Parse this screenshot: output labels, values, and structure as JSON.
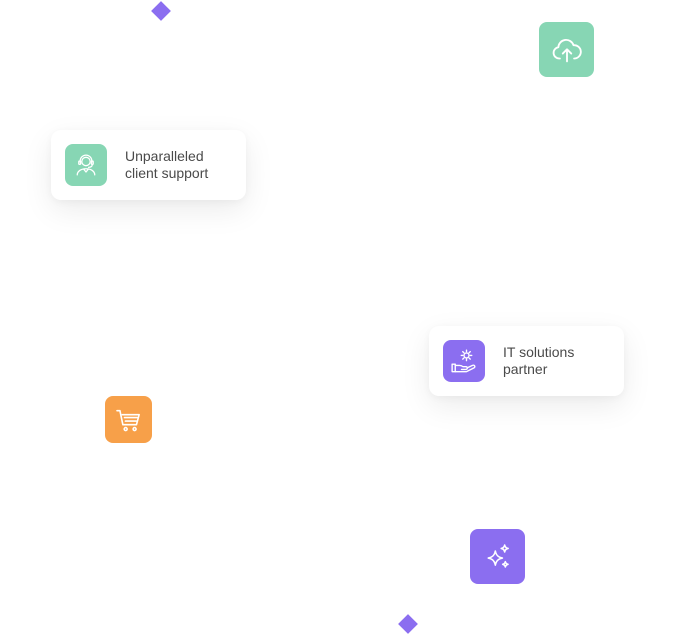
{
  "colors": {
    "teal": "#87d6b4",
    "purple": "#8b6ef0",
    "orange": "#f7a049",
    "text": "#4a4a4a"
  },
  "cards": [
    {
      "icon": "support-agent-icon",
      "line1": "Unparalleled",
      "line2": "client support"
    },
    {
      "icon": "hand-gear-icon",
      "line1": "IT solutions",
      "line2": "partner"
    }
  ],
  "tiles": [
    {
      "icon": "cloud-upload-icon",
      "color": "#87d6b4"
    },
    {
      "icon": "shopping-cart-icon",
      "color": "#f7a049"
    },
    {
      "icon": "sparkles-icon",
      "color": "#8b6ef0"
    }
  ]
}
